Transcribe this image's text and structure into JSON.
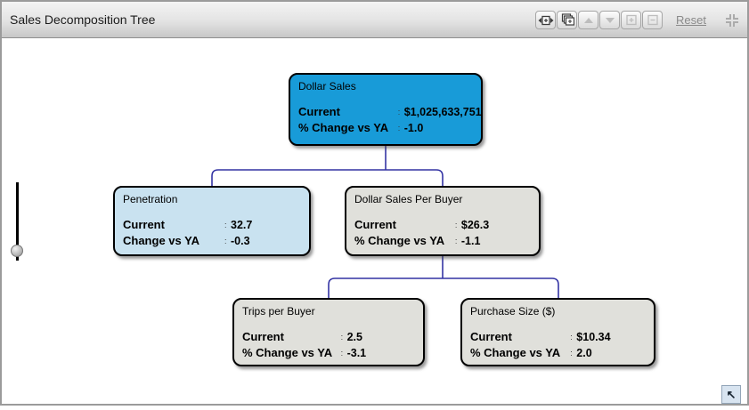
{
  "header": {
    "title": "Sales Decomposition Tree",
    "toolbar": {
      "buttons": [
        {
          "name": "fit-width",
          "icon": "expand-horizontal-icon",
          "enabled": true
        },
        {
          "name": "cascade",
          "icon": "cascade-windows-icon",
          "enabled": true
        },
        {
          "name": "move-up",
          "icon": "triangle-up-icon",
          "enabled": false
        },
        {
          "name": "move-down",
          "icon": "triangle-down-icon",
          "enabled": false
        },
        {
          "name": "expand-all",
          "icon": "plus-box-icon",
          "enabled": false
        },
        {
          "name": "collapse-all",
          "icon": "minus-box-icon",
          "enabled": false
        }
      ],
      "reset_label": "Reset",
      "corner_icon": "collapse-corners-icon"
    }
  },
  "tree": {
    "nodes": [
      {
        "id": "dollar-sales",
        "title": "Dollar Sales",
        "color": "#189bd8",
        "rows": [
          {
            "label": "Current",
            "value": "$1,025,633,751"
          },
          {
            "label": "% Change vs YA",
            "value": "-1.0"
          }
        ]
      },
      {
        "id": "penetration",
        "title": "Penetration",
        "color": "#c9e2f0",
        "rows": [
          {
            "label": "Current",
            "value": "32.7"
          },
          {
            "label": "Change vs YA",
            "value": "-0.3"
          }
        ]
      },
      {
        "id": "dollar-sales-per-buyer",
        "title": "Dollar Sales Per Buyer",
        "color": "#e0e0db",
        "rows": [
          {
            "label": "Current",
            "value": "$26.3"
          },
          {
            "label": "% Change vs YA",
            "value": "-1.1"
          }
        ]
      },
      {
        "id": "trips-per-buyer",
        "title": "Trips per Buyer",
        "color": "#e0e0db",
        "rows": [
          {
            "label": "Current",
            "value": "2.5"
          },
          {
            "label": "% Change vs YA",
            "value": "-3.1"
          }
        ]
      },
      {
        "id": "purchase-size",
        "title": "Purchase Size ($)",
        "color": "#e0e0db",
        "rows": [
          {
            "label": "Current",
            "value": "$10.34"
          },
          {
            "label": "% Change vs YA",
            "value": "2.0"
          }
        ]
      }
    ],
    "connector_color": "#3434a4"
  },
  "misc": {
    "nw_arrow": "↖"
  }
}
